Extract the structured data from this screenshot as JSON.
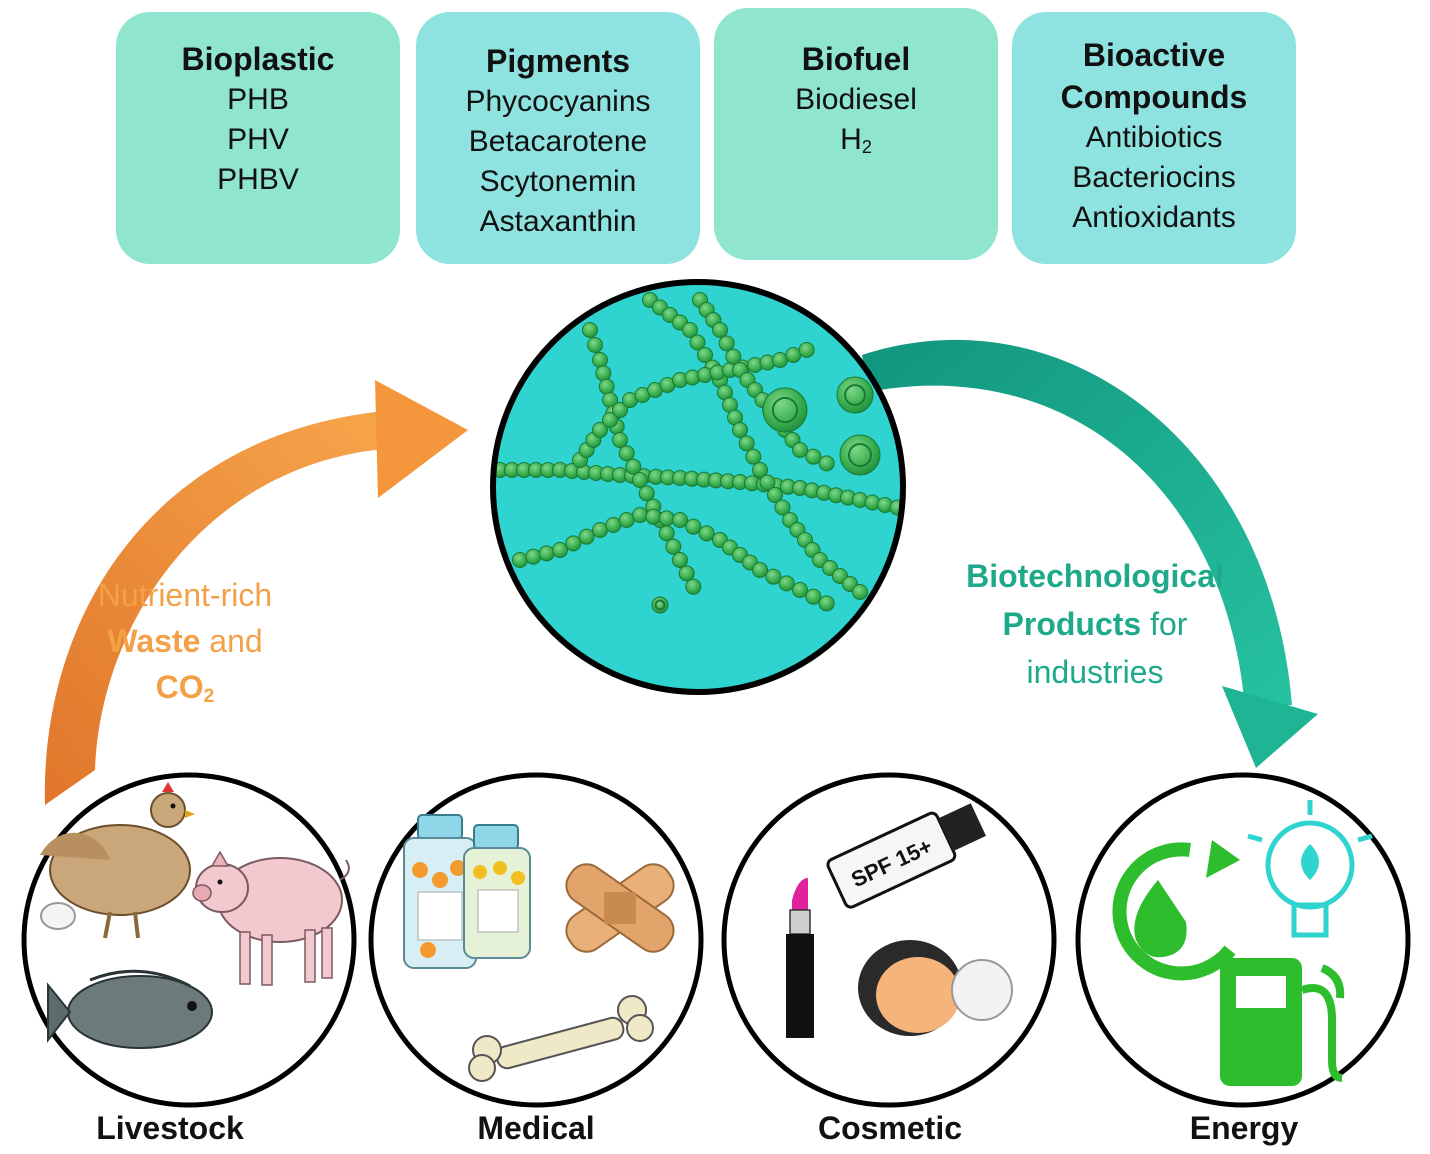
{
  "boxes": [
    {
      "title": "Bioplastic",
      "items": [
        "PHB",
        "PHV",
        "PHBV"
      ]
    },
    {
      "title": "Pigments",
      "items": [
        "Phycocyanins",
        "Betacarotene",
        "Scytonemin",
        "Astaxanthin"
      ]
    },
    {
      "title": "Biofuel",
      "items": [
        "Biodiesel"
      ],
      "h2": {
        "base": "H",
        "sub": "2"
      }
    },
    {
      "title_line1": "Bioactive",
      "title_line2": "Compounds",
      "items": [
        "Antibiotics",
        "Bacteriocins",
        "Antioxidants"
      ]
    }
  ],
  "left_label": {
    "line1": "Nutrient-rich",
    "line2_bold": "Waste",
    "line2_rest": " and",
    "line3_base": "CO",
    "line3_sub": "2"
  },
  "right_label": {
    "line1": "Biotechnological",
    "line2_bold": "Products",
    "line2_rest": " for",
    "line3": "industries"
  },
  "categories": [
    "Livestock",
    "Medical",
    "Cosmetic",
    "Energy"
  ],
  "cosmetic": {
    "sunscreen_text": "SPF 15+"
  },
  "colors": {
    "box_green": "#8fe5cd",
    "box_cyan": "#8ee2df",
    "arrow_orange": "#f08a34",
    "arrow_teal": "#1aa88a",
    "microscope_bg": "#2fd3cf",
    "cell": "#3cb050",
    "energy_green": "#2dbd2d"
  },
  "icons": [
    "chicken-icon",
    "pig-icon",
    "fish-icon",
    "egg-icon",
    "pill-bottle-icon",
    "bandage-icon",
    "bone-icon",
    "lipstick-icon",
    "sunscreen-tube-icon",
    "compact-powder-icon",
    "recycle-drop-icon",
    "lightbulb-icon",
    "fuel-pump-icon"
  ]
}
